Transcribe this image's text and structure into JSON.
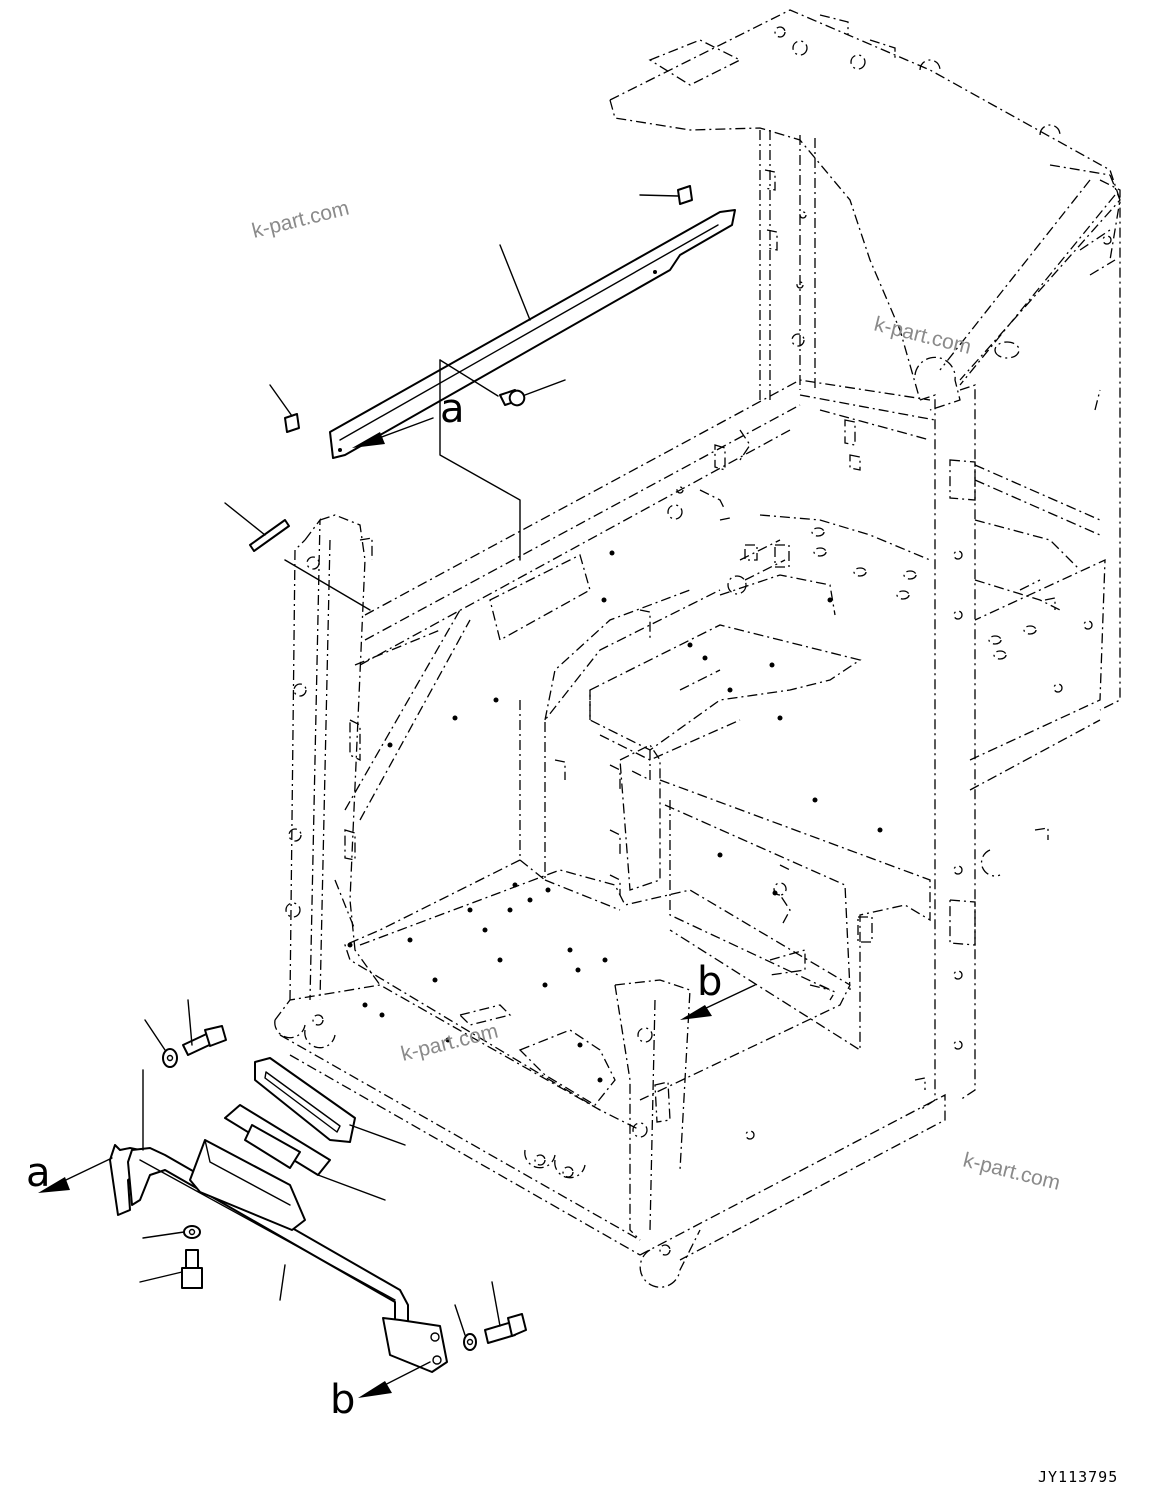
{
  "diagram": {
    "ref_letters": {
      "a_cab": "a",
      "b_cab": "b",
      "a_part": "a",
      "b_part": "b"
    },
    "watermarks": [
      "k-part.com",
      "k-part.com",
      "k-part.com",
      "k-part.com"
    ],
    "drawing_code": "JY113795"
  }
}
